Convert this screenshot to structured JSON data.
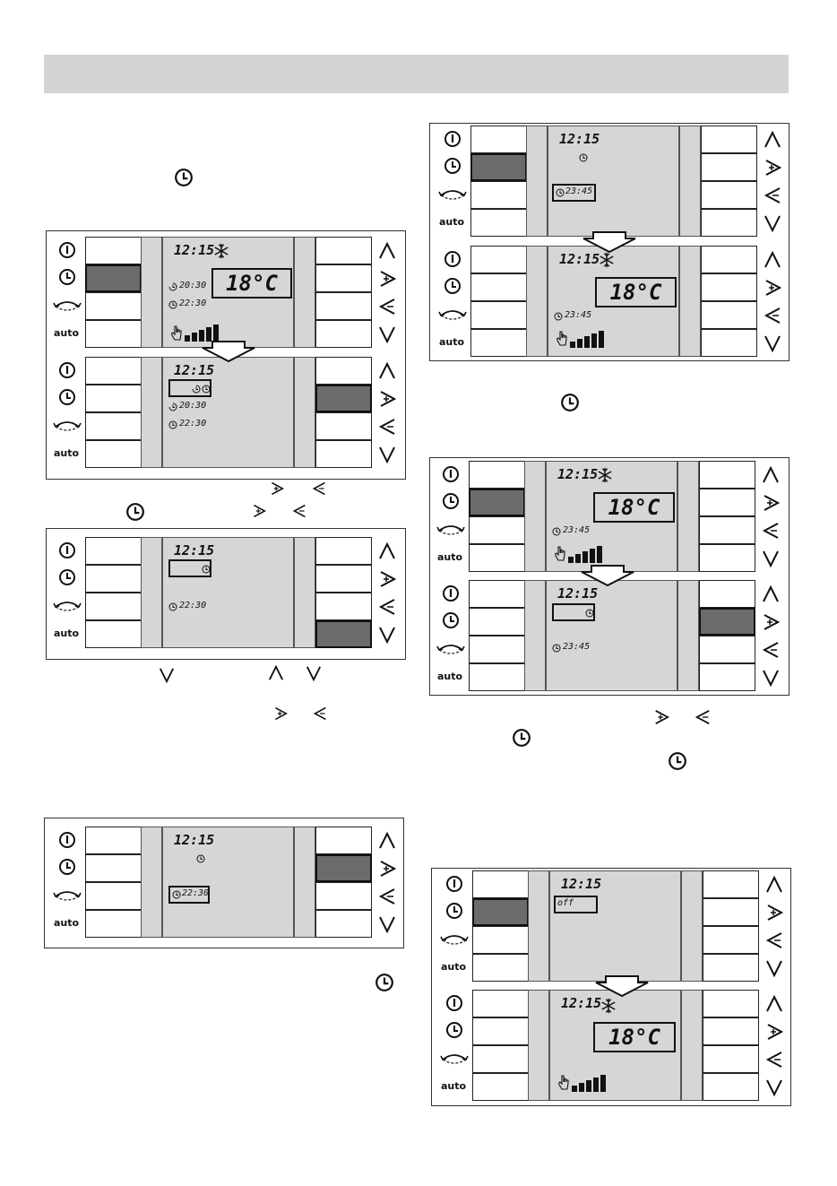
{
  "labels": {
    "mode_auto": "auto"
  },
  "lcd": {
    "time": "12:15",
    "temp": "18°C",
    "timer_a": "20:30",
    "timer_b": "22:30",
    "timer_c": "23:45",
    "off_text": "off"
  },
  "icons": {
    "power": "power-icon",
    "clock": "clock-icon",
    "swing": "swing-icon",
    "up": "chevron-up-icon",
    "down": "chevron-down-icon",
    "plus": "arrow-right-plus-icon",
    "minus": "arrow-left-minus-icon",
    "snow": "snowflake-icon",
    "hand": "hand-icon",
    "flow": "down-arrow-icon"
  },
  "colors": {
    "header": "#d4d4d4",
    "lcd": "#d6d6d6",
    "highlight": "#6b6b6b"
  }
}
